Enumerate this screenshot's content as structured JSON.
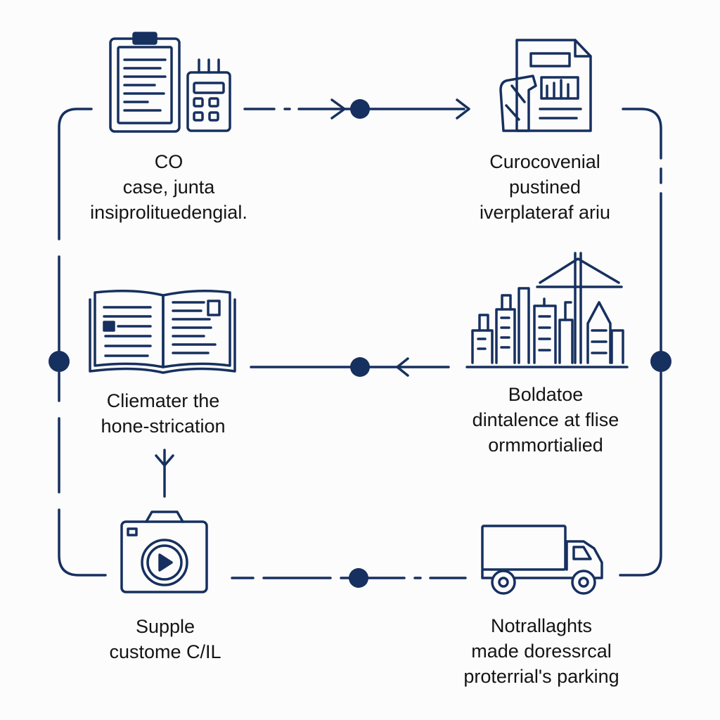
{
  "colors": {
    "primary": "#16305f",
    "background": "#fcfcfc",
    "text": "#141414"
  },
  "nodes": [
    {
      "id": "top-left",
      "icon": "clipboard-calculator-icon",
      "lines": [
        "CO",
        "case, junta",
        "insiprolituedengial."
      ]
    },
    {
      "id": "top-right",
      "icon": "report-chart-document-icon",
      "lines": [
        "Curocovenial",
        "pustined",
        "iverplateraf ariu"
      ]
    },
    {
      "id": "middle-left",
      "icon": "open-book-icon",
      "lines": [
        "Cliemater the",
        "hone-strication"
      ]
    },
    {
      "id": "middle-right",
      "icon": "city-skyline-icon",
      "lines": [
        "Boldatoe",
        "dintalence at flise",
        "ormmortialied"
      ]
    },
    {
      "id": "bottom-left",
      "icon": "camera-icon",
      "lines": [
        "Supple",
        "custome C/IL"
      ]
    },
    {
      "id": "bottom-right",
      "icon": "delivery-truck-icon",
      "lines": [
        "Notrallaghts",
        "made doressrcal",
        "proterrial's parking"
      ]
    }
  ]
}
